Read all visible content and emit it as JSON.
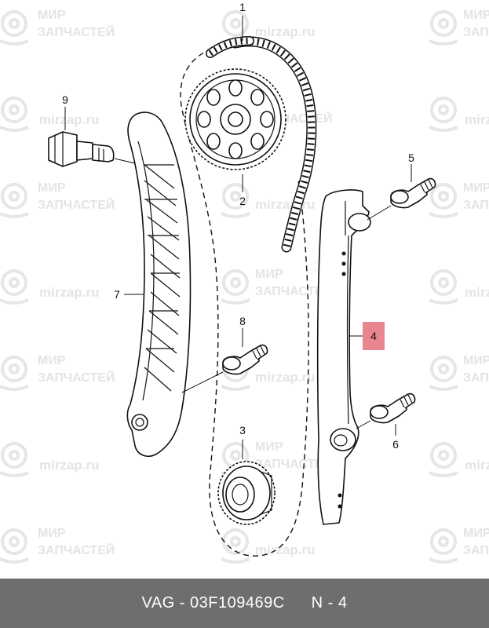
{
  "watermark": {
    "line1": "МИР",
    "line2": "ЗАПЧАСТЕЙ",
    "site": "mirzap.ru"
  },
  "callouts": {
    "c1": "1",
    "c2": "2",
    "c3": "3",
    "c4": "4",
    "c5": "5",
    "c6": "6",
    "c7": "7",
    "c8": "8",
    "c9": "9"
  },
  "highlight_color": "#e8858f",
  "footer": {
    "brand_part": "VAG - 03F109469C",
    "position": "N - 4"
  }
}
